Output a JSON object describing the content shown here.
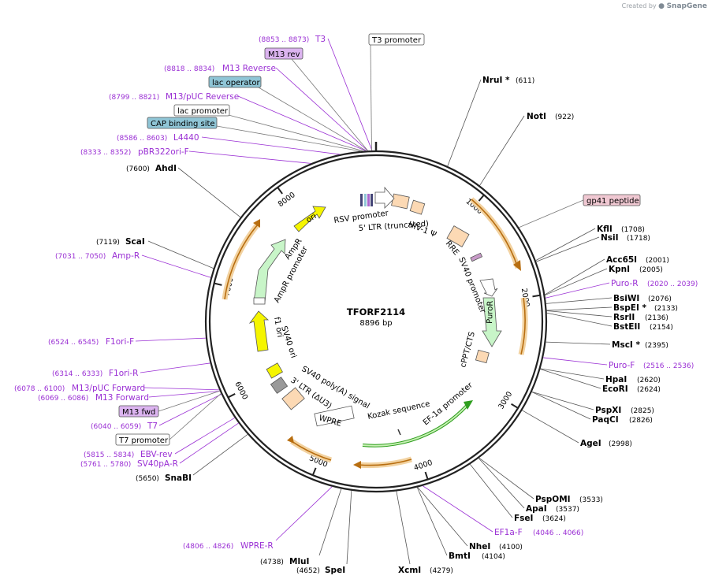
{
  "credit": {
    "prefix": "Created by",
    "brand": "SnapGene"
  },
  "plasmid": {
    "name": "TFORF2114",
    "length_label": "8896 bp",
    "length": 8896
  },
  "ticks": [
    {
      "bp": 1000,
      "label": "1000"
    },
    {
      "bp": 2000,
      "label": "2000"
    },
    {
      "bp": 3000,
      "label": "3000"
    },
    {
      "bp": 4000,
      "label": "4000"
    },
    {
      "bp": 5000,
      "label": "5000"
    },
    {
      "bp": 6000,
      "label": "6000"
    },
    {
      "bp": 7000,
      "label": "7000"
    },
    {
      "bp": 8000,
      "label": "8000"
    }
  ],
  "enzymes": [
    {
      "name": "NruI *",
      "pos": "(611)",
      "bp": 611
    },
    {
      "name": "NotI",
      "pos": "(922)",
      "bp": 922
    },
    {
      "name": "KflI",
      "pos": "(1708)",
      "bp": 1708
    },
    {
      "name": "NsiI",
      "pos": "(1718)",
      "bp": 1718
    },
    {
      "name": "Acc65I",
      "pos": "(2001)",
      "bp": 2001
    },
    {
      "name": "KpnI",
      "pos": "(2005)",
      "bp": 2005
    },
    {
      "name": "BsiWI",
      "pos": "(2076)",
      "bp": 2076
    },
    {
      "name": "BspEI *",
      "pos": "(2133)",
      "bp": 2133
    },
    {
      "name": "RsrII",
      "pos": "(2136)",
      "bp": 2136
    },
    {
      "name": "BstEII",
      "pos": "(2154)",
      "bp": 2154
    },
    {
      "name": "MscI *",
      "pos": "(2395)",
      "bp": 2395
    },
    {
      "name": "HpaI",
      "pos": "(2620)",
      "bp": 2620
    },
    {
      "name": "EcoRI",
      "pos": "(2624)",
      "bp": 2624
    },
    {
      "name": "PspXI",
      "pos": "(2825)",
      "bp": 2825
    },
    {
      "name": "PaqCI",
      "pos": "(2826)",
      "bp": 2826
    },
    {
      "name": "AgeI",
      "pos": "(2998)",
      "bp": 2998
    },
    {
      "name": "PspOMI",
      "pos": "(3533)",
      "bp": 3533
    },
    {
      "name": "ApaI",
      "pos": "(3537)",
      "bp": 3537
    },
    {
      "name": "FseI",
      "pos": "(3624)",
      "bp": 3624
    },
    {
      "name": "NheI",
      "pos": "(4100)",
      "bp": 4100
    },
    {
      "name": "BmtI",
      "pos": "(4104)",
      "bp": 4104
    },
    {
      "name": "XcmI",
      "pos": "(4279)",
      "bp": 4279
    },
    {
      "name": "SpeI",
      "pos": "(4652)",
      "bp": 4652
    },
    {
      "name": "MluI",
      "pos": "(4738)",
      "bp": 4738
    },
    {
      "name": "SnaBI",
      "pos": "(5650)",
      "bp": 5650
    },
    {
      "name": "ScaI",
      "pos": "(7119)",
      "bp": 7119
    },
    {
      "name": "AhdI",
      "pos": "(7600)",
      "bp": 7600
    }
  ],
  "primers": [
    {
      "name": "T3",
      "range": "(8853 .. 8873)",
      "bp": 8863
    },
    {
      "name": "M13 Reverse",
      "range": "(8818 .. 8834)",
      "bp": 8826
    },
    {
      "name": "M13/pUC Reverse",
      "range": "(8799 .. 8821)",
      "bp": 8810
    },
    {
      "name": "L4440",
      "range": "(8586 .. 8603)",
      "bp": 8594
    },
    {
      "name": "pBR322ori-F",
      "range": "(8333 .. 8352)",
      "bp": 8342
    },
    {
      "name": "Puro-R",
      "range": "(2020 .. 2039)",
      "bp": 2029
    },
    {
      "name": "Puro-F",
      "range": "(2516 .. 2536)",
      "bp": 2526
    },
    {
      "name": "EF1a-F",
      "range": "(4046 .. 4066)",
      "bp": 4056
    },
    {
      "name": "WPRE-R",
      "range": "(4806 .. 4826)",
      "bp": 4816
    },
    {
      "name": "SV40pA-R",
      "range": "(5761 .. 5780)",
      "bp": 5770
    },
    {
      "name": "EBV-rev",
      "range": "(5815 .. 5834)",
      "bp": 5824
    },
    {
      "name": "T7",
      "range": "(6040 .. 6059)",
      "bp": 6049
    },
    {
      "name": "M13 Forward",
      "range": "(6069 .. 6086)",
      "bp": 6077
    },
    {
      "name": "M13/pUC Forward",
      "range": "(6078 .. 6100)",
      "bp": 6089
    },
    {
      "name": "F1ori-R",
      "range": "(6314 .. 6333)",
      "bp": 6323
    },
    {
      "name": "F1ori-F",
      "range": "(6524 .. 6545)",
      "bp": 6534
    },
    {
      "name": "Amp-R",
      "range": "(7031 .. 7050)",
      "bp": 7040
    }
  ],
  "boxed_features": [
    {
      "name": "T3 promoter",
      "style": "white"
    },
    {
      "name": "M13 rev",
      "style": "purple"
    },
    {
      "name": "lac operator",
      "style": "teal"
    },
    {
      "name": "lac promoter",
      "style": "white"
    },
    {
      "name": "CAP binding site",
      "style": "teal"
    },
    {
      "name": "gp41 peptide",
      "style": "pink"
    },
    {
      "name": "M13 fwd",
      "style": "purple"
    },
    {
      "name": "T7 promoter",
      "style": "white"
    }
  ],
  "feature_labels": [
    "RSV promoter",
    "5' LTR (truncated)",
    "HIV-1 Ψ",
    "RRE",
    "SV40 promoter",
    "PuroR",
    "cPPT/CTS",
    "EF-1α promoter",
    "Kozak sequence",
    "WPRE",
    "3' LTR (ΔU3)",
    "SV40 poly(A) signal",
    "SV40 ori",
    "f1 ori",
    "AmpR promoter",
    "AmpR",
    "ori"
  ],
  "colors": {
    "primer": "#9a2fd4",
    "ori": "#f5f500",
    "ampr": "#c8f5c8",
    "orf_outline": "#e8b86a",
    "ef1a": "#2e9e1e",
    "teal_box": "#8fc5d6",
    "purple_box": "#dcb4f0",
    "pink_box": "#f0c8d2",
    "ltr": "#fcd9b4",
    "backbone": "#222222"
  }
}
